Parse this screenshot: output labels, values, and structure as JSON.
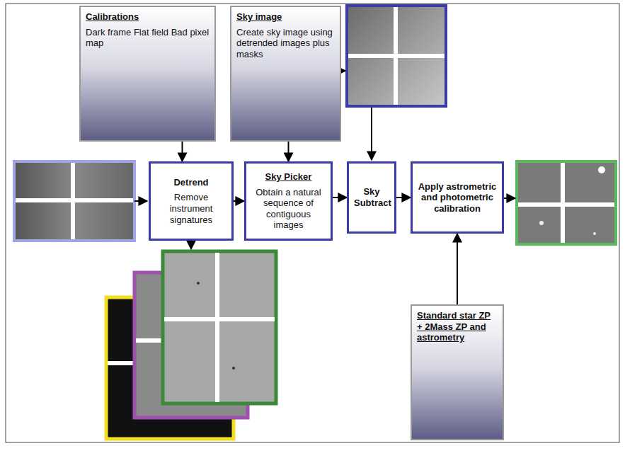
{
  "diagram": {
    "nodes": [
      {
        "text": [
          "Calibrations",
          "Dark frame Flat field Bad pixel map"
        ]
      },
      {
        "text": [
          "Sky image",
          "Create sky image using detrended images plus masks"
        ]
      },
      {
        "text": [
          "Detrend",
          "Remove instrument signatures"
        ]
      },
      {
        "text": [
          "Sky Picker",
          "Obtain a natural sequence of contiguous images"
        ]
      },
      {
        "text": [
          "Sky Subtract"
        ]
      },
      {
        "text": [
          "Apply astrometric and photometric calibration"
        ]
      },
      {
        "text": [
          "Standard star ZP + 2Mass ZP and astrometry"
        ]
      }
    ],
    "edges": [
      {
        "from": 0,
        "to": 2,
        "arrow": "to"
      },
      {
        "from": 1,
        "to": 3,
        "arrow": "to"
      },
      {
        "from": 2,
        "to": 3,
        "arrow": "to"
      },
      {
        "from": 3,
        "to": 4,
        "arrow": "to"
      },
      {
        "from": 4,
        "to": 5,
        "arrow": "to"
      },
      {
        "from": 6,
        "to": 5,
        "arrow": "to"
      }
    ]
  }
}
